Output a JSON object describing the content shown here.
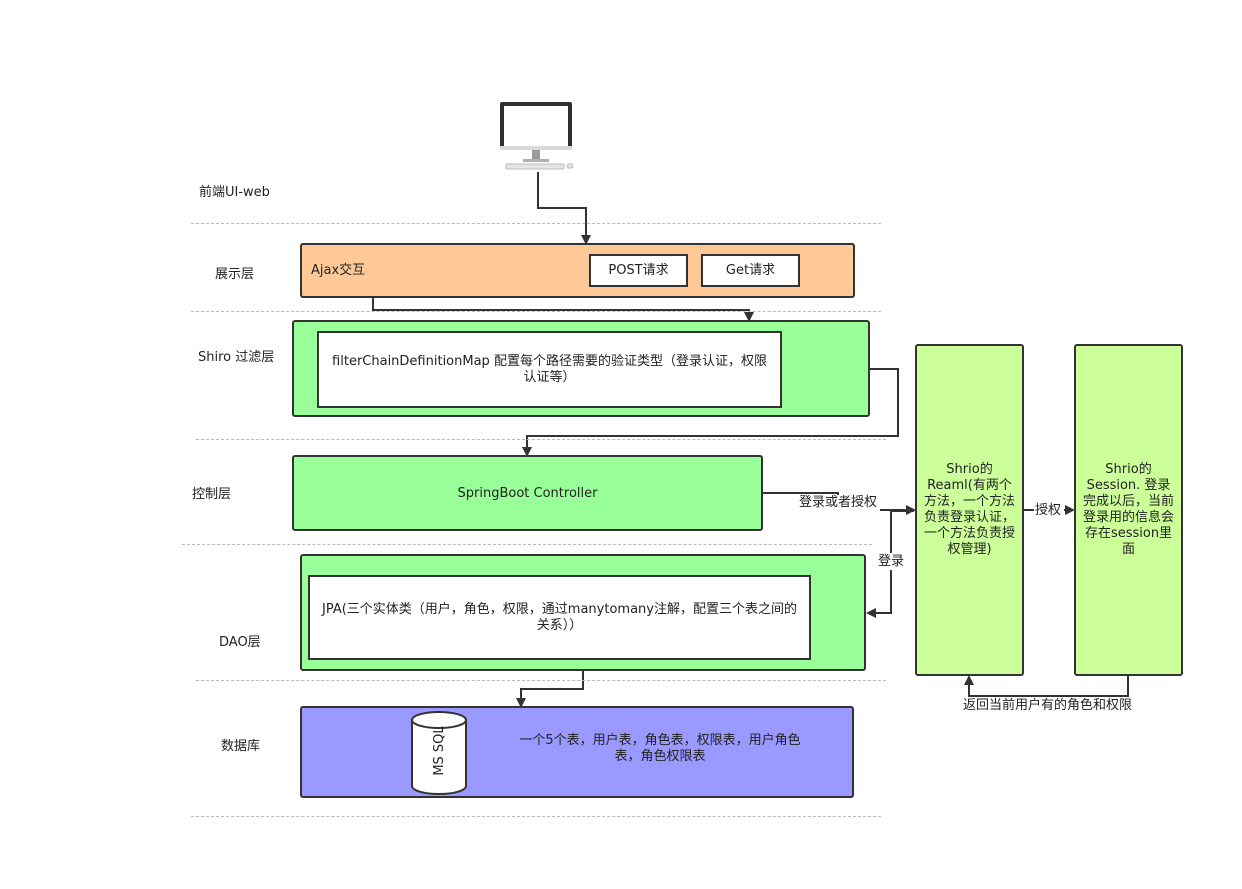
{
  "layers": {
    "frontend": "前端UI-web",
    "presentation": "展示层",
    "shiro_filter": "Shiro 过滤层",
    "controller": "控制层",
    "dao": "DAO层",
    "database": "数据库"
  },
  "presentation_box": {
    "label": "Ajax交互",
    "post_button": "POST请求",
    "get_button": "Get请求",
    "color": "#ffc997"
  },
  "filter_box": {
    "text": "filterChainDefinitionMap 配置每个路径需要的验证类型（登录认证，权限认证等）",
    "color": "#99ff99"
  },
  "controller_box": {
    "text": "SpringBoot Controller",
    "color": "#99ff99"
  },
  "dao_box": {
    "text": "JPA(三个实体类（用户，角色，权限，通过manytomany注解，配置三个表之间的关系））",
    "color": "#99ff99"
  },
  "database_box": {
    "cylinder_label": "MS SQL",
    "text": "一个5个表，用户表，角色表，权限表，用户角色表，角色权限表",
    "color": "#9999ff"
  },
  "realm_box": {
    "text": "Shrio的Reaml(有两个方法，一个方法负责登录认证，一个方法负责授权管理)",
    "color": "#ccff99"
  },
  "session_box": {
    "text": "Shrio的Session. 登录完成以后，当前登录用的信息会存在session里面",
    "color": "#ccff99"
  },
  "edge_labels": {
    "login_or_authorize": "登录或者授权",
    "authorize": "授权",
    "login": "登录",
    "return_roles": "返回当前用户有的角色和权限"
  },
  "icons": {
    "monitor": "desktop-computer-icon",
    "database": "database-cylinder-icon"
  }
}
